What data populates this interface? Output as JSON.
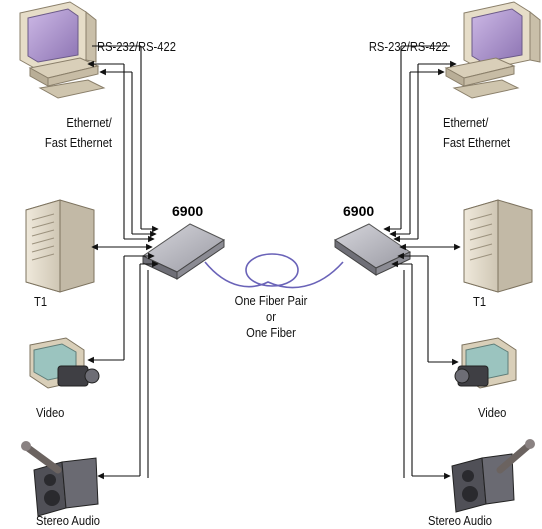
{
  "diagram": {
    "left_site": {
      "device_model": "6900",
      "serial_label": "RS-232/RS-422",
      "ethernet_label_line1": "Ethernet/",
      "ethernet_label_line2": "Fast Ethernet",
      "t1_label": "T1",
      "video_label": "Video",
      "audio_label": "Stereo Audio"
    },
    "right_site": {
      "device_model": "6900",
      "serial_label": "RS-232/RS-422",
      "ethernet_label_line1": "Ethernet/",
      "ethernet_label_line2": "Fast Ethernet",
      "t1_label": "T1",
      "video_label": "Video",
      "audio_label": "Stereo Audio"
    },
    "fiber_label_line1": "One Fiber Pair",
    "fiber_label_line2": "or",
    "fiber_label_line3": "One Fiber",
    "colors": {
      "fiber": "#6a63b8",
      "device_body": "#a3a3ab",
      "monitor_screen": "#b79fd4"
    }
  }
}
